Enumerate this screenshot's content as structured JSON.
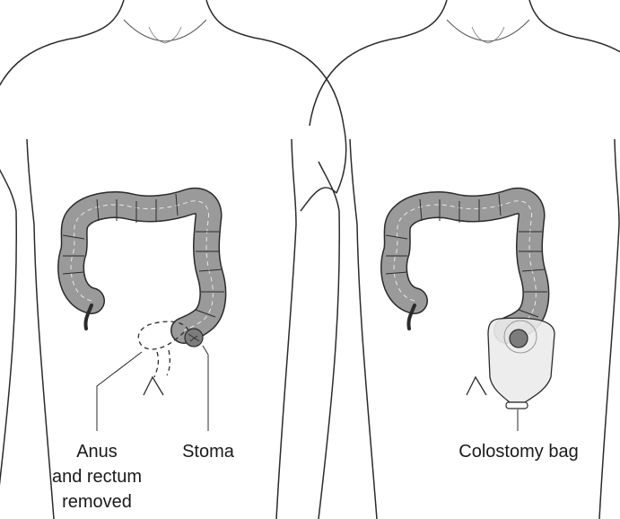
{
  "labels": {
    "anus_line1": "Anus",
    "anus_line2": "and rectum",
    "anus_line3": "removed",
    "stoma": "Stoma",
    "colostomy_bag": "Colostomy bag"
  },
  "colors": {
    "outline": "#2b2b2b",
    "colon_fill": "#9a9a9a",
    "colon_highlight": "#e8e8e8",
    "bag_fill": "#ebebeb",
    "stoma_fill": "#7c7c7c"
  }
}
